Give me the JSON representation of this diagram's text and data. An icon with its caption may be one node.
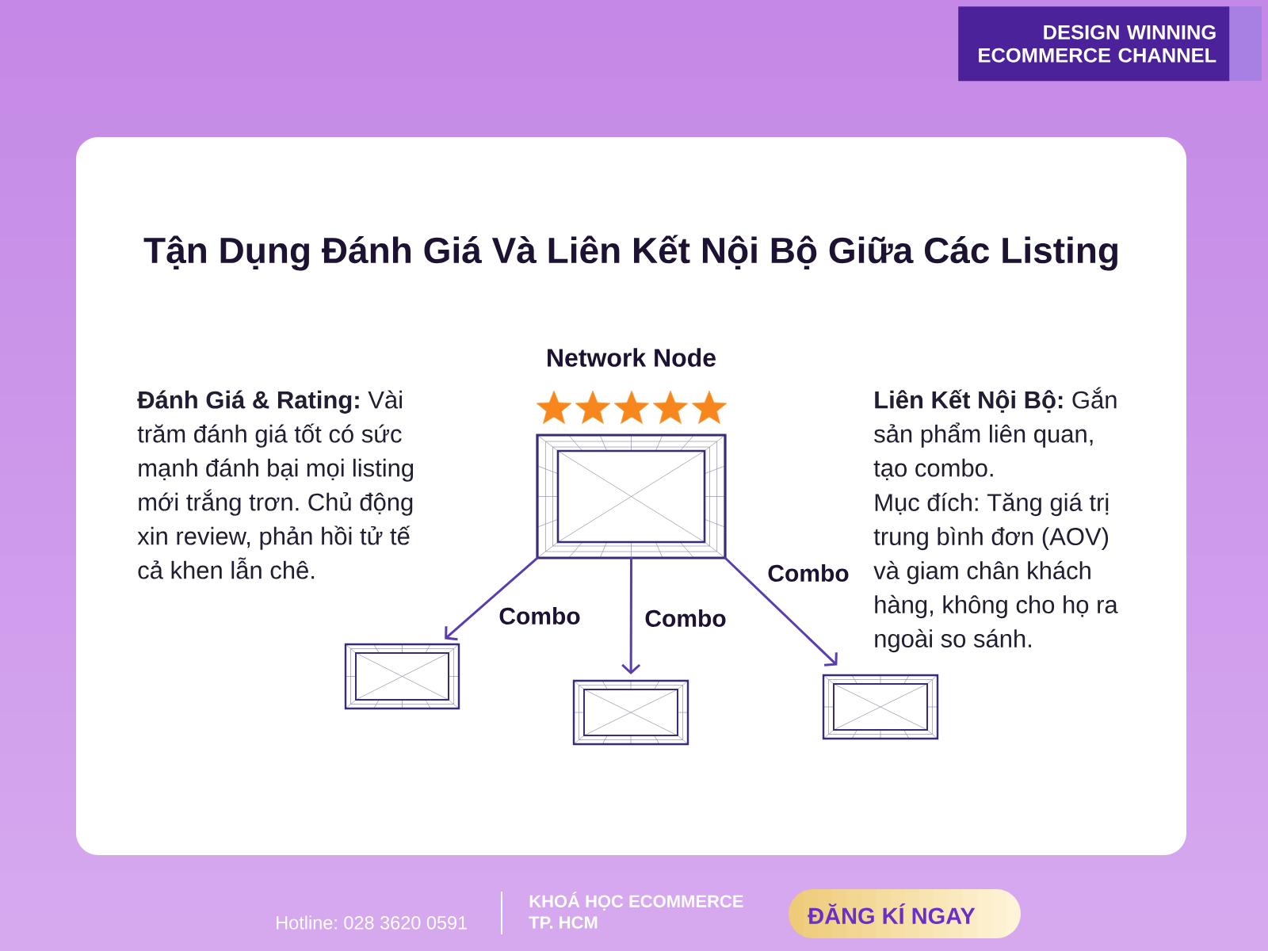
{
  "diagram": {
    "title": "Tận Dụng Đánh Giá Và Liên Kết Nội Bộ Giữa Các Listing",
    "nodes": [
      {
        "text": [
          "Network Node"
        ]
      },
      {
        "text": [],
        "shape": "box"
      },
      {
        "text": [],
        "shape": "box"
      },
      {
        "text": [],
        "shape": "box"
      }
    ],
    "edges": [
      {
        "from": 0,
        "to": 1,
        "arrow": "to",
        "label": "Combo"
      },
      {
        "from": 0,
        "to": 2,
        "arrow": "to",
        "label": "Combo"
      },
      {
        "from": 0,
        "to": 3,
        "arrow": "to",
        "label": "Combo"
      }
    ],
    "labels": [
      "DESIGN WINNING ECOMMERCE CHANNEL",
      "**Đánh Giá & Rating:** Vài trăm đánh giá tốt có sức mạnh đánh bại mọi listing mới trắng trơn. Chủ động xin review, phản hồi tử tế cả khen lẫn chê.",
      "**Liên Kết Nội Bộ:** Gắn sản phẩm liên quan, tạo combo.",
      "Mục đích: Tăng giá trị trung bình đơn (AOV) và giam chân khách hàng, không cho họ ra ngoài so sánh.",
      "Hotline: 028 3620 0591",
      "KHOÁ HỌC ECOMMERCE",
      "TP. HCM",
      "ĐĂNG KÍ NGAY"
    ]
  }
}
